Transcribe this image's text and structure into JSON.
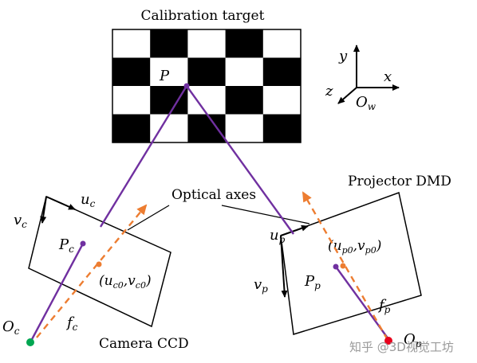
{
  "labels": {
    "target_title": "Calibration target",
    "point": "P",
    "optical_axes": "Optical axes",
    "projector_title": "Projector DMD",
    "camera_title": "Camera CCD",
    "axis_y": "y",
    "axis_x": "x",
    "axis_z": "z",
    "world_origin": "O",
    "world_origin_sub": "w",
    "cam_u": "u",
    "cam_u_sub": "c",
    "cam_v": "v",
    "cam_v_sub": "c",
    "cam_pc": "P",
    "cam_pc_sub": "c",
    "cam_principal_1": "(u",
    "cam_principal_1_sub": "c0",
    "cam_principal_2": ",v",
    "cam_principal_2_sub": "c0",
    "cam_principal_3": ")",
    "cam_origin": "O",
    "cam_origin_sub": "c",
    "cam_focal": "f",
    "cam_focal_sub": "c",
    "proj_u": "u",
    "proj_u_sub": "p",
    "proj_v": "v",
    "proj_v_sub": "p",
    "proj_pp": "P",
    "proj_pp_sub": "p",
    "proj_principal_1": "(u",
    "proj_principal_1_sub": "p0",
    "proj_principal_2": ",v",
    "proj_principal_2_sub": "p0",
    "proj_principal_3": ")",
    "proj_focal": "f",
    "proj_focal_sub": "p",
    "proj_origin": "O",
    "proj_origin_sub": "p",
    "watermark": "知乎 @3D视觉工坊"
  },
  "colors": {
    "ray": "#7030a0",
    "axis_dashed": "#ed7d31",
    "cam_origin_dot": "#00a651",
    "proj_origin_dot": "#e8001c",
    "board_dark": "#000000",
    "board_light": "#ffffff"
  }
}
